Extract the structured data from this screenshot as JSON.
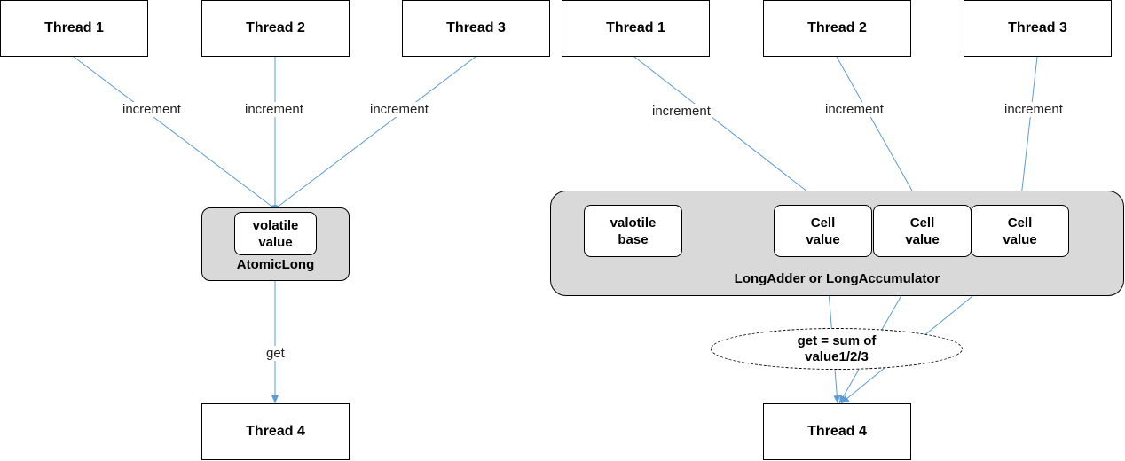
{
  "left": {
    "threads": [
      "Thread 1",
      "Thread 2",
      "Thread 3"
    ],
    "edge_labels": [
      "increment",
      "increment",
      "increment"
    ],
    "inner_box": "volatile\nvalue",
    "container_label": "AtomicLong",
    "get_label": "get",
    "reader": "Thread 4"
  },
  "right": {
    "threads": [
      "Thread 1",
      "Thread 2",
      "Thread 3"
    ],
    "edge_labels": [
      "increment",
      "increment",
      "increment"
    ],
    "base_box": "valotile\nbase",
    "cells": [
      "Cell\nvalue",
      "Cell\nvalue",
      "Cell\nvalue"
    ],
    "container_label": "LongAdder or LongAccumulator",
    "sum_label": "get = sum of\nvalue1/2/3",
    "reader": "Thread 4"
  },
  "colors": {
    "arrow": "#5b9bd5",
    "container": "#d9d9d9"
  }
}
